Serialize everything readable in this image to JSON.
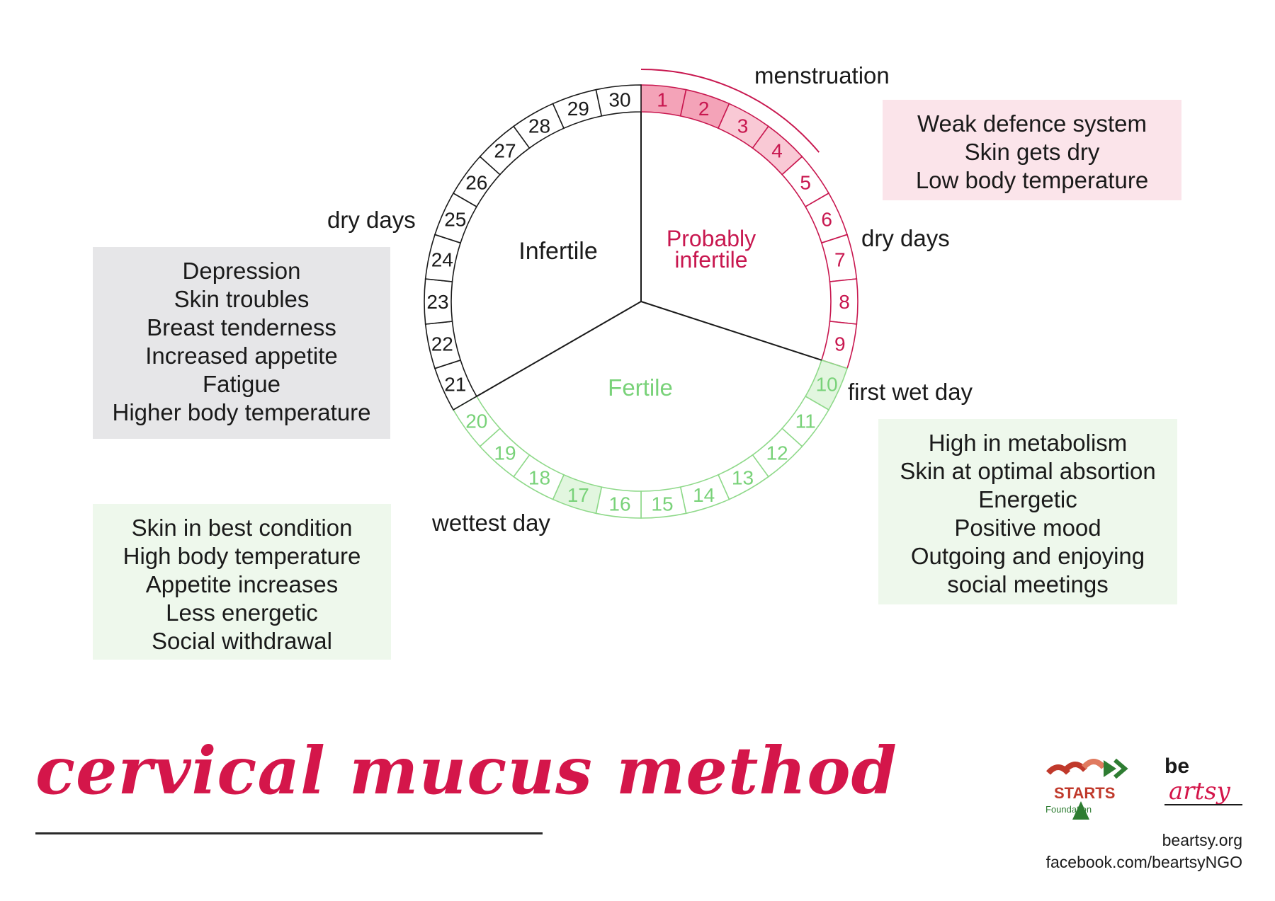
{
  "wheel": {
    "days": [
      "1",
      "2",
      "3",
      "4",
      "5",
      "6",
      "7",
      "8",
      "9",
      "10",
      "11",
      "12",
      "13",
      "14",
      "15",
      "16",
      "17",
      "18",
      "19",
      "20",
      "21",
      "22",
      "23",
      "24",
      "25",
      "26",
      "27",
      "28",
      "29",
      "30"
    ],
    "day_phase": [
      "menstruation",
      "menstruation",
      "menstruation",
      "menstruation",
      "probably-infertile",
      "probably-infertile",
      "probably-infertile",
      "probably-infertile",
      "probably-infertile",
      "fertile",
      "fertile",
      "fertile",
      "fertile",
      "fertile",
      "fertile",
      "fertile",
      "fertile",
      "fertile",
      "fertile",
      "fertile",
      "infertile",
      "infertile",
      "infertile",
      "infertile",
      "infertile",
      "infertile",
      "infertile",
      "infertile",
      "infertile",
      "infertile"
    ],
    "highlighted_days": [
      "1",
      "2",
      "3",
      "4",
      "10",
      "17"
    ],
    "sectors": {
      "infertile": "Infertile",
      "probably_infertile_line1": "Probably",
      "probably_infertile_line2": "infertile",
      "fertile": "Fertile"
    },
    "colors": {
      "pink": "#c8174f",
      "pink_fill": "#f4a3b8",
      "pink_fill_light": "#f9c9d5",
      "green": "#8fd98a",
      "green_text": "#79d279",
      "green_fill": "#e2f6df",
      "black": "#1a1a1a"
    }
  },
  "labels": {
    "menstruation": "menstruation",
    "dry_days_right": "dry days",
    "dry_days_left": "dry days",
    "first_wet_day": "first wet day",
    "wettest_day": "wettest day"
  },
  "boxes": {
    "menstruation": [
      "Weak defence system",
      "Skin gets dry",
      "Low body temperature"
    ],
    "infertile": [
      "Depression",
      "Skin troubles",
      "Breast tenderness",
      "Increased appetite",
      "Fatigue",
      "Higher body temperature"
    ],
    "fertile_right": [
      "High in metabolism",
      "Skin at optimal absortion",
      "Energetic",
      "Positive mood",
      "Outgoing and enjoying",
      "social meetings"
    ],
    "fertile_left": [
      "Skin in best condition",
      "High body temperature",
      "Appetite increases",
      "Less energetic",
      "Social withdrawal"
    ]
  },
  "footer": {
    "title": "cervical mucus method",
    "website": "beartsy.org",
    "facebook": "facebook.com/beartsyNGO",
    "logo_starts_text": "STARTS",
    "logo_starts_sub": "Foundation",
    "logo_be": "be",
    "logo_artsy": "artsy"
  }
}
